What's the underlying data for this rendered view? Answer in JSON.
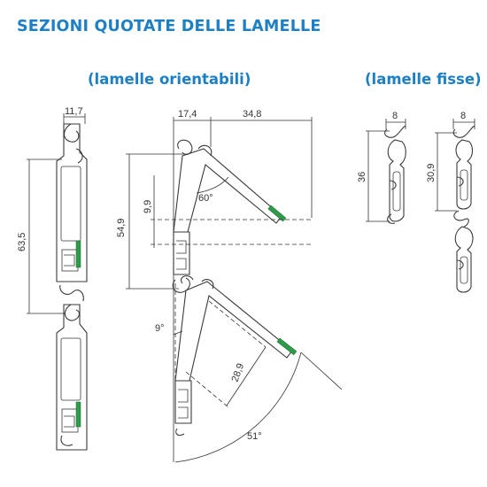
{
  "title": "SEZIONI QUOTATE DELLE LAMELLE",
  "subtitles": {
    "orientabili": "(lamelle orientabili)",
    "fisse": "(lamelle fisse)"
  },
  "dimensions": {
    "left_width": "11,7",
    "left_height": "63,5",
    "center_width_a": "17,4",
    "center_width_b": "34,8",
    "center_height": "54,9",
    "center_offset": "9,9",
    "angle_top": "60°",
    "angle_left": "9°",
    "depth": "28,9",
    "angle_arc": "51°",
    "fisse_a_width": "8",
    "fisse_a_height": "36",
    "fisse_b_width": "8",
    "fisse_b_height": "30,9"
  },
  "colors": {
    "title": "#1d7fc4",
    "gasket": "#2e9a4a"
  }
}
